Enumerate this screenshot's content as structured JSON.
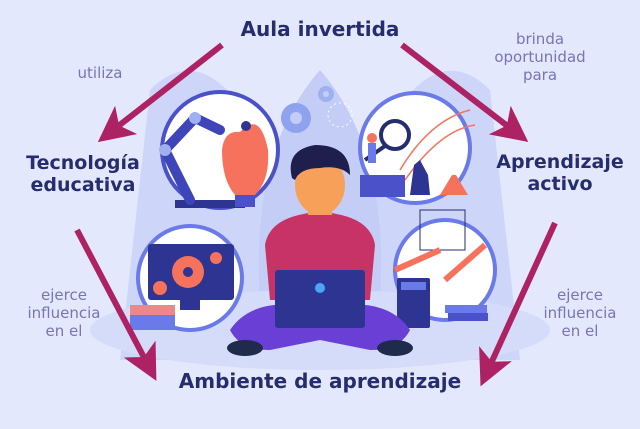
{
  "diagram": {
    "type": "concept-map",
    "background_color": "#e3e8fc",
    "arrow_color": "#ad2263",
    "node_text_color": "#262d6e",
    "label_text_color": "#7a74b4",
    "nodes": {
      "top": {
        "line1": "Aula invertida"
      },
      "left": {
        "line1": "Tecnología",
        "line2": "educativa"
      },
      "right": {
        "line1": "Aprendizaje",
        "line2": "activo"
      },
      "bottom": {
        "line1": "Ambiente de aprendizaje"
      }
    },
    "edges": {
      "top_to_left": {
        "line1": "utiliza"
      },
      "top_to_right": {
        "line1": "brinda",
        "line2": "oportunidad",
        "line3": "para"
      },
      "left_to_bottom": {
        "line1": "ejerce",
        "line2": "influencia",
        "line3": "en el"
      },
      "right_to_bottom": {
        "line1": "ejerce",
        "line2": "influencia",
        "line3": "en el"
      }
    },
    "illustration": {
      "center": "student-with-laptop",
      "vignettes": [
        "robot-arm-lightbulb",
        "science-microscope-dna",
        "computer-gears",
        "math-calculator-ruler"
      ]
    }
  }
}
